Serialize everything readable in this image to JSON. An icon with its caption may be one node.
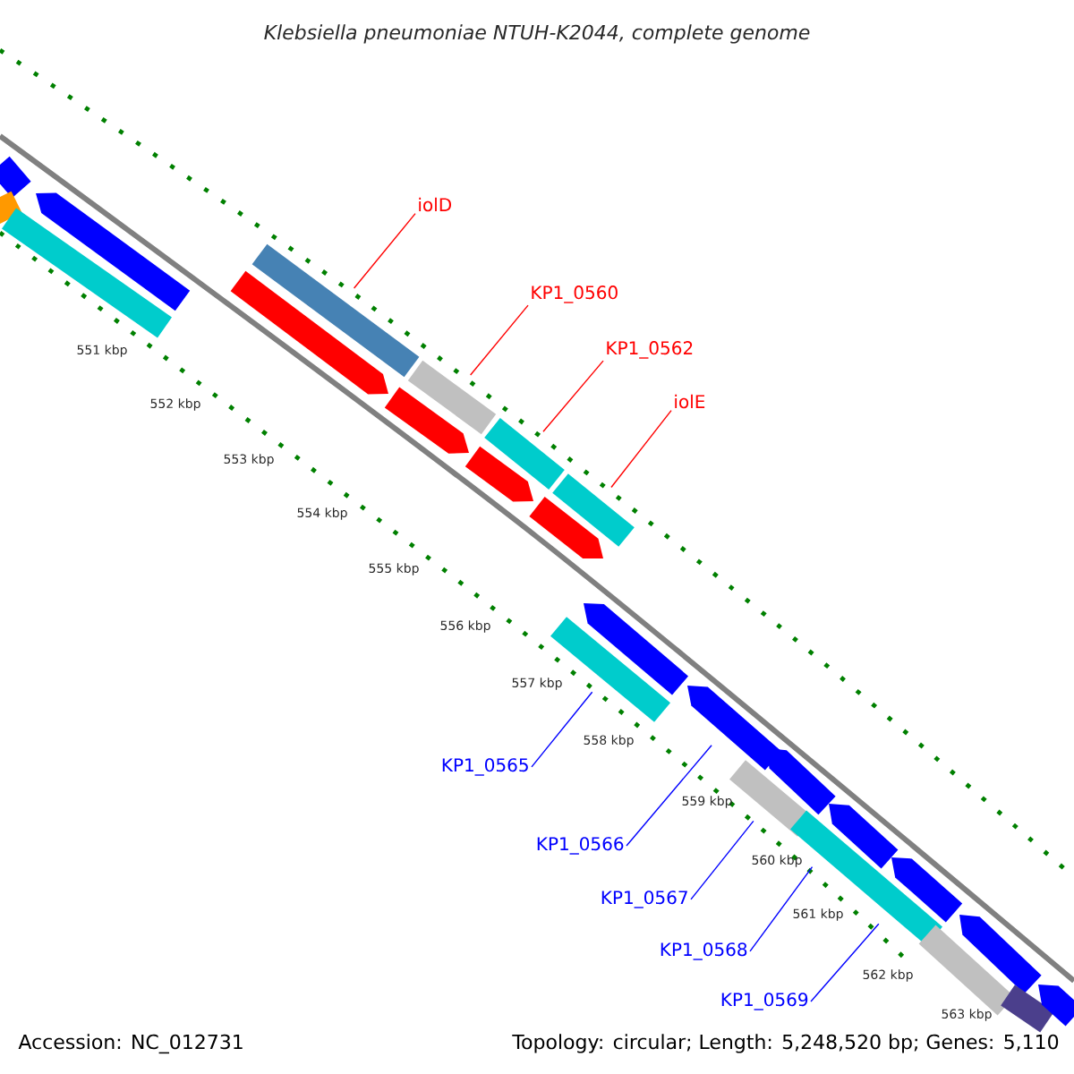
{
  "diagram": {
    "title": "Klebsiella pneumoniae NTUH-K2044, complete genome",
    "nodes": [
      {
        "text": [
          "iolD"
        ]
      },
      {
        "text": [
          "KP1_0560"
        ]
      },
      {
        "text": [
          "KP1_0562"
        ]
      },
      {
        "text": [
          "iolE"
        ]
      },
      {
        "text": [
          "KP1_0565"
        ]
      },
      {
        "text": [
          "KP1_0566"
        ]
      },
      {
        "text": [
          "KP1_0567"
        ]
      },
      {
        "text": [
          "KP1_0568"
        ]
      },
      {
        "text": [
          "KP1_0569"
        ]
      },
      {
        "text": [],
        "shape": "bar"
      },
      {
        "text": [],
        "shape": "bar"
      },
      {
        "text": [],
        "shape": "bar"
      },
      {
        "text": [],
        "shape": "arrow"
      },
      {
        "text": [],
        "shape": "arrow"
      },
      {
        "text": [],
        "shape": "bar"
      },
      {
        "text": [],
        "shape": "arrow"
      },
      {
        "text": [],
        "shape": "bar"
      },
      {
        "text": [],
        "shape": "arrow"
      },
      {
        "text": [],
        "shape": "bar"
      },
      {
        "text": [],
        "shape": "arrow"
      },
      {
        "text": [],
        "shape": "bar"
      },
      {
        "text": [],
        "shape": "bar"
      },
      {
        "text": [],
        "shape": "arrow"
      },
      {
        "text": [],
        "shape": "arrow"
      },
      {
        "text": [],
        "shape": "bar"
      },
      {
        "text": [],
        "shape": "arrow"
      },
      {
        "text": [],
        "shape": "bar"
      },
      {
        "text": [],
        "shape": "arrow"
      },
      {
        "text": [],
        "shape": "arrow"
      },
      {
        "text": [],
        "shape": "bar"
      },
      {
        "text": [],
        "shape": "arrow"
      },
      {
        "text": [],
        "shape": "bar"
      },
      {
        "text": [],
        "shape": "arrow"
      }
    ],
    "edges": [
      {
        "from": 0,
        "to": 14,
        "arrow": "none",
        "color": "#ff0000"
      },
      {
        "from": 1,
        "to": 16,
        "arrow": "none",
        "color": "#ff0000"
      },
      {
        "from": 2,
        "to": 18,
        "arrow": "none",
        "color": "#ff0000"
      },
      {
        "from": 3,
        "to": 20,
        "arrow": "none",
        "color": "#ff0000"
      },
      {
        "from": 4,
        "to": 21,
        "arrow": "none"
      },
      {
        "from": 5,
        "to": 23,
        "arrow": "none"
      },
      {
        "from": 6,
        "to": 24,
        "arrow": "none"
      },
      {
        "from": 7,
        "to": 26,
        "arrow": "none"
      },
      {
        "from": 8,
        "to": 26,
        "arrow": "none"
      }
    ],
    "labels": [
      "551 kbp",
      "552 kbp",
      "553 kbp",
      "554 kbp",
      "555 kbp",
      "556 kbp",
      "557 kbp",
      "558 kbp",
      "559 kbp",
      "560 kbp",
      "561 kbp",
      "562 kbp",
      "563 kbp",
      "Accession: NC_012731",
      "Topology: circular; Length: 5,248,520 bp; Genes: 5,110"
    ]
  }
}
